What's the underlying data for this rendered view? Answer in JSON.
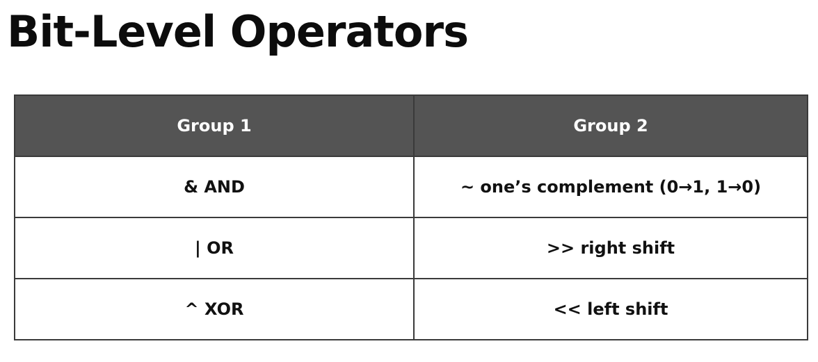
{
  "title": "Bit-Level Operators",
  "table": {
    "headers": [
      "Group 1",
      "Group 2"
    ],
    "rows": [
      [
        "& AND",
        "~ one’s complement (0→1, 1→0)"
      ],
      [
        "| OR",
        ">> right shift"
      ],
      [
        "^ XOR",
        "<< left shift"
      ]
    ]
  },
  "colors": {
    "header_background": "#545454",
    "header_text": "#ffffff",
    "border": "#3a3a3a",
    "body_text": "#111111"
  }
}
